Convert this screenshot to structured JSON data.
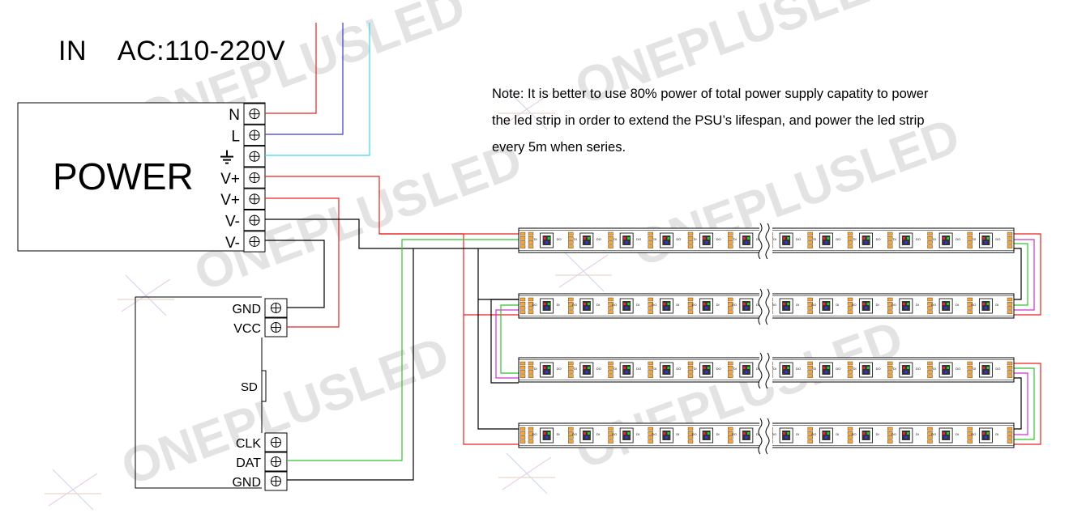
{
  "input_label": "IN    AC:110-220V",
  "note_lines": [
    "Note: It is better to use 80% power of total power supply capatity to power",
    "the led strip in order to extend the PSU’s lifespan, and power the led strip",
    "every 5m when series."
  ],
  "psu": {
    "title": "POWER",
    "terminals": [
      "N",
      "L",
      "ground-symbol",
      "V+",
      "V+",
      "V-",
      "V-"
    ]
  },
  "controller": {
    "power_terminals": [
      "GND",
      "VCC"
    ],
    "sd_label": "SD",
    "signal_terminals": [
      "CLK",
      "DAT",
      "GND"
    ]
  },
  "strip": {
    "chip_pins_left": [
      "5V",
      "DI",
      "CI",
      "GND"
    ],
    "chip_pins_right": [
      "5V",
      "DO",
      "CO",
      "GND"
    ]
  },
  "watermark": "ONEPLUSLED",
  "colors": {
    "wire_red": "#e8221e",
    "wire_blue": "#3b3bd0",
    "wire_cyan": "#38d8f0",
    "wire_green": "#2fc42f",
    "wire_magenta": "#cc33cc",
    "wire_black": "#000000",
    "led_pad": "#f2a63c",
    "watermark": "#e3e3e3"
  }
}
